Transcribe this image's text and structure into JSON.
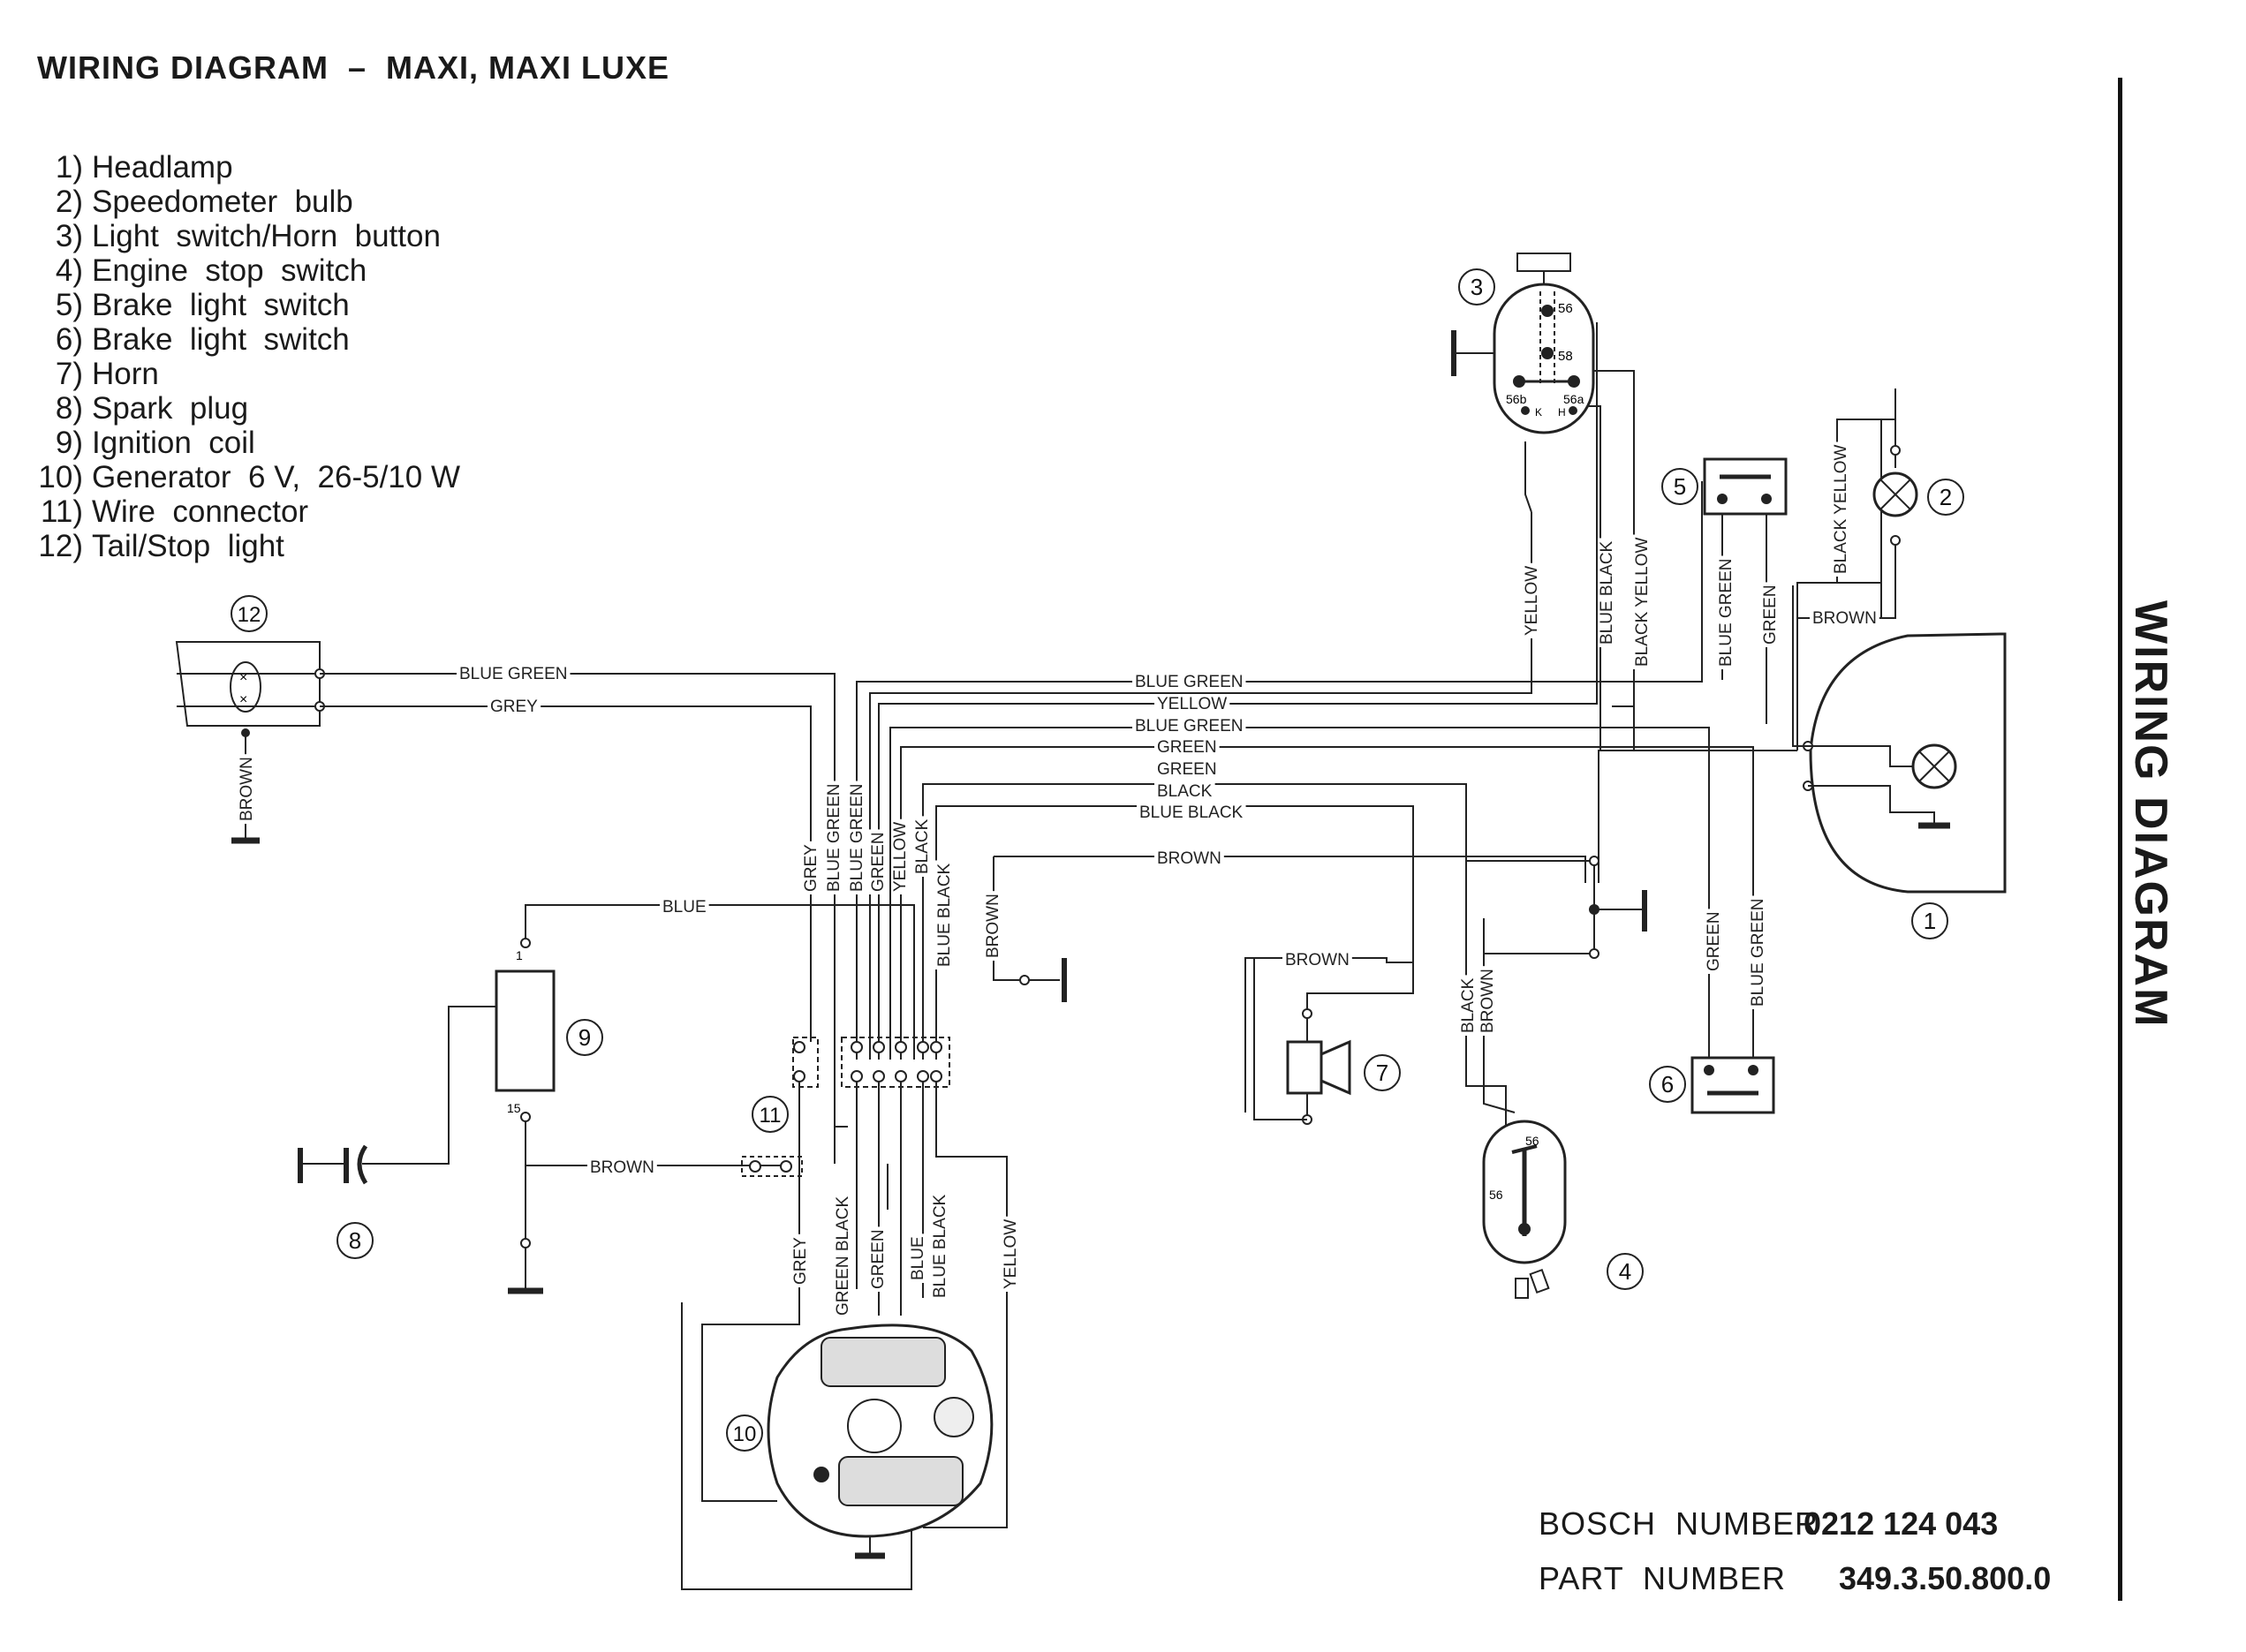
{
  "title": "WIRING DIAGRAM  –  MAXI, MAXI LUXE",
  "side_title": "WIRING DIAGRAM",
  "legend": [
    {
      "num": "1)",
      "label": "Headlamp"
    },
    {
      "num": "2)",
      "label": "Speedometer  bulb"
    },
    {
      "num": "3)",
      "label": "Light  switch/Horn  button"
    },
    {
      "num": "4)",
      "label": "Engine  stop  switch"
    },
    {
      "num": "5)",
      "label": "Brake  light  switch"
    },
    {
      "num": "6)",
      "label": "Brake  light  switch"
    },
    {
      "num": "7)",
      "label": "Horn"
    },
    {
      "num": "8)",
      "label": "Spark  plug"
    },
    {
      "num": "9)",
      "label": "Ignition  coil"
    },
    {
      "num": "10)",
      "label": "Generator  6 V,  26-5/10 W"
    },
    {
      "num": "11)",
      "label": "Wire  connector"
    },
    {
      "num": "12)",
      "label": "Tail/Stop  light"
    }
  ],
  "bosch": {
    "label": "BOSCH  NUMBER",
    "value": "0212 124 043"
  },
  "part": {
    "label": "PART  NUMBER",
    "value": "349.3.50.800.0"
  },
  "component_numbers": [
    "1",
    "2",
    "3",
    "4",
    "5",
    "6",
    "7",
    "8",
    "9",
    "10",
    "11",
    "12"
  ],
  "terminals": {
    "t56": "56",
    "t58": "58",
    "t56b": "56b",
    "t56a": "56a",
    "k": "K",
    "h": "H",
    "coil_1": "1",
    "coil_15": "15",
    "stop_56": "56",
    "stop_56b": "56"
  },
  "wires": {
    "blue_green": "BLUE GREEN",
    "grey": "GREY",
    "brown": "BROWN",
    "yellow": "YELLOW",
    "green": "GREEN",
    "black": "BLACK",
    "blue_black": "BLUE BLACK",
    "blue": "BLUE",
    "black_yellow": "BLACK YELLOW",
    "green_black": "GREEN BLACK"
  }
}
